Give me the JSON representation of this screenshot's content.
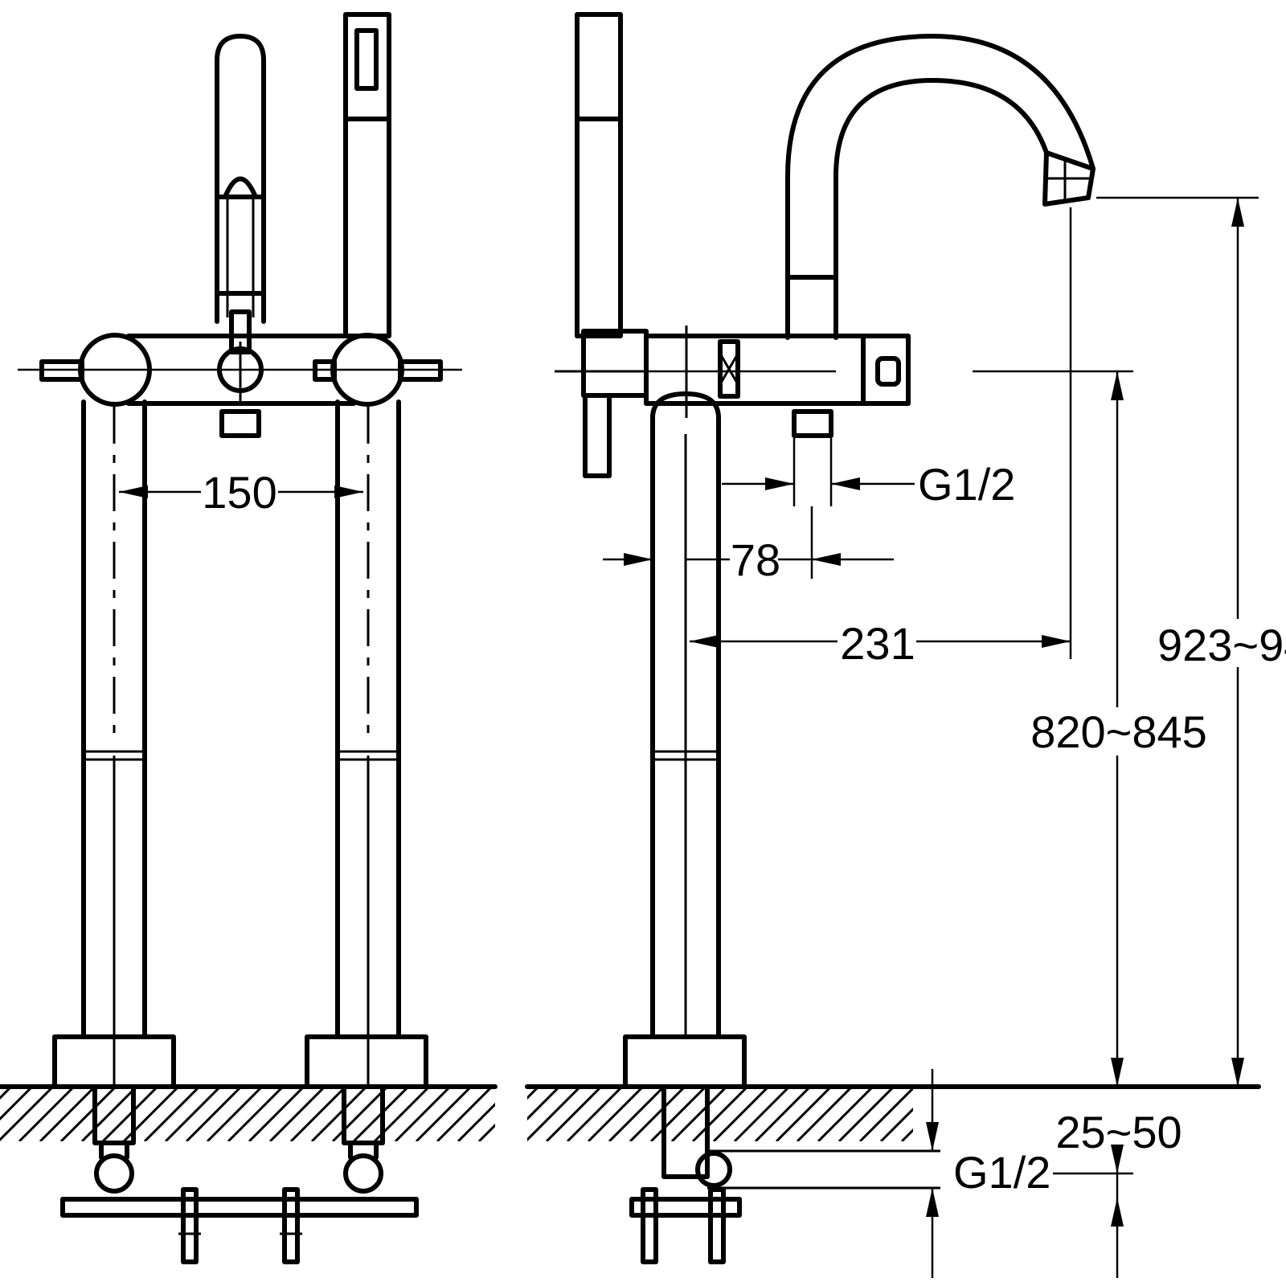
{
  "dimensions": {
    "pipe_spacing": "150",
    "outlet_thread_top": "G1/2",
    "outlet_offset": "78",
    "spout_reach": "231",
    "body_height": "820~845",
    "spout_height": "923~94",
    "floor_depth": "25~50",
    "inlet_thread_bottom": "G1/2"
  },
  "colors": {
    "line": "#000000",
    "background": "#ffffff"
  }
}
